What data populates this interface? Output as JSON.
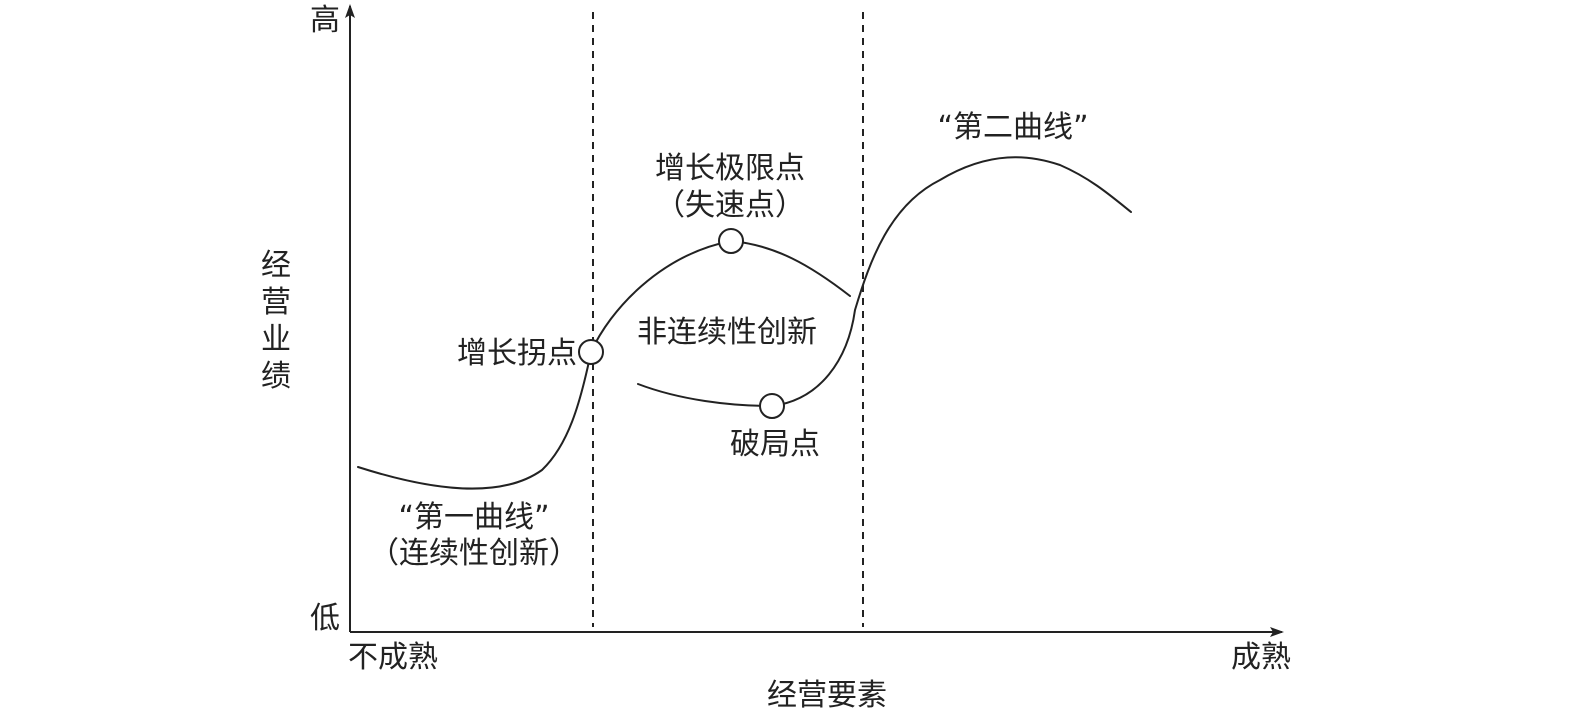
{
  "axes": {
    "y_title_chars": [
      "经",
      "营",
      "业",
      "绩"
    ],
    "y_high": "高",
    "y_low": "低",
    "x_start": "不成熟",
    "x_end": "成熟",
    "x_title": "经营要素"
  },
  "labels": {
    "first_curve": "“第一曲线”",
    "first_curve_note": "（连续性创新）",
    "second_curve": "“第二曲线”",
    "limit_point": "增长极限点",
    "limit_point_note": "（失速点）",
    "inflection_point": "增长拐点",
    "discontinuous": "非连续性创新",
    "breakthrough_point": "破局点"
  }
}
